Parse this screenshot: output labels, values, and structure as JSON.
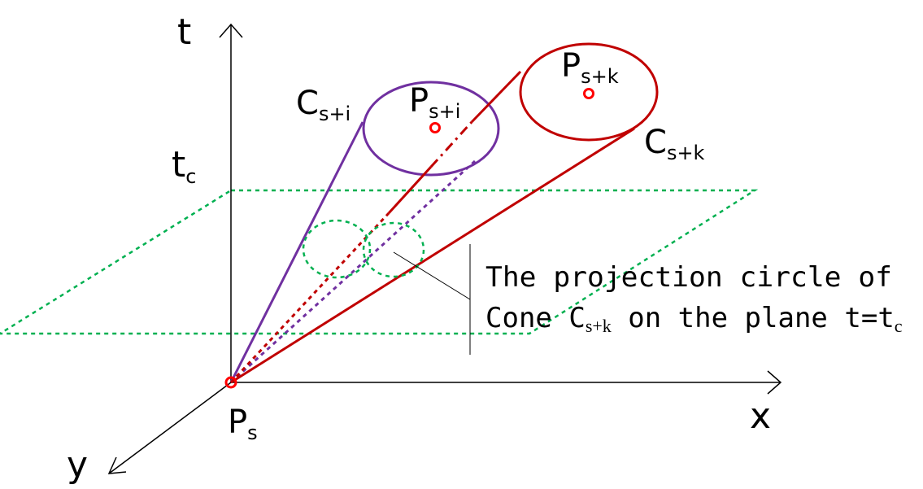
{
  "axes": {
    "t": "t",
    "x": "x",
    "y": "y",
    "tc": {
      "base": "t",
      "sub": "c"
    }
  },
  "points": {
    "ps": {
      "base": "P",
      "sub": "s"
    },
    "psi": {
      "base": "P",
      "sub": "s+i"
    },
    "psk": {
      "base": "P",
      "sub": "s+k"
    }
  },
  "cones": {
    "csi": {
      "base": "C",
      "sub": "s+i"
    },
    "csk": {
      "base": "C",
      "sub": "s+k"
    }
  },
  "annotation": {
    "line1": "The projection circle of",
    "line2_prefix": "Cone C",
    "line2_sub": "s+k",
    "line2_mid": " on the plane t=t",
    "line2_sub2": "c"
  },
  "colors": {
    "purple": "#7030a0",
    "red": "#c00000",
    "green": "#00b050",
    "marker": "#ff0000"
  }
}
